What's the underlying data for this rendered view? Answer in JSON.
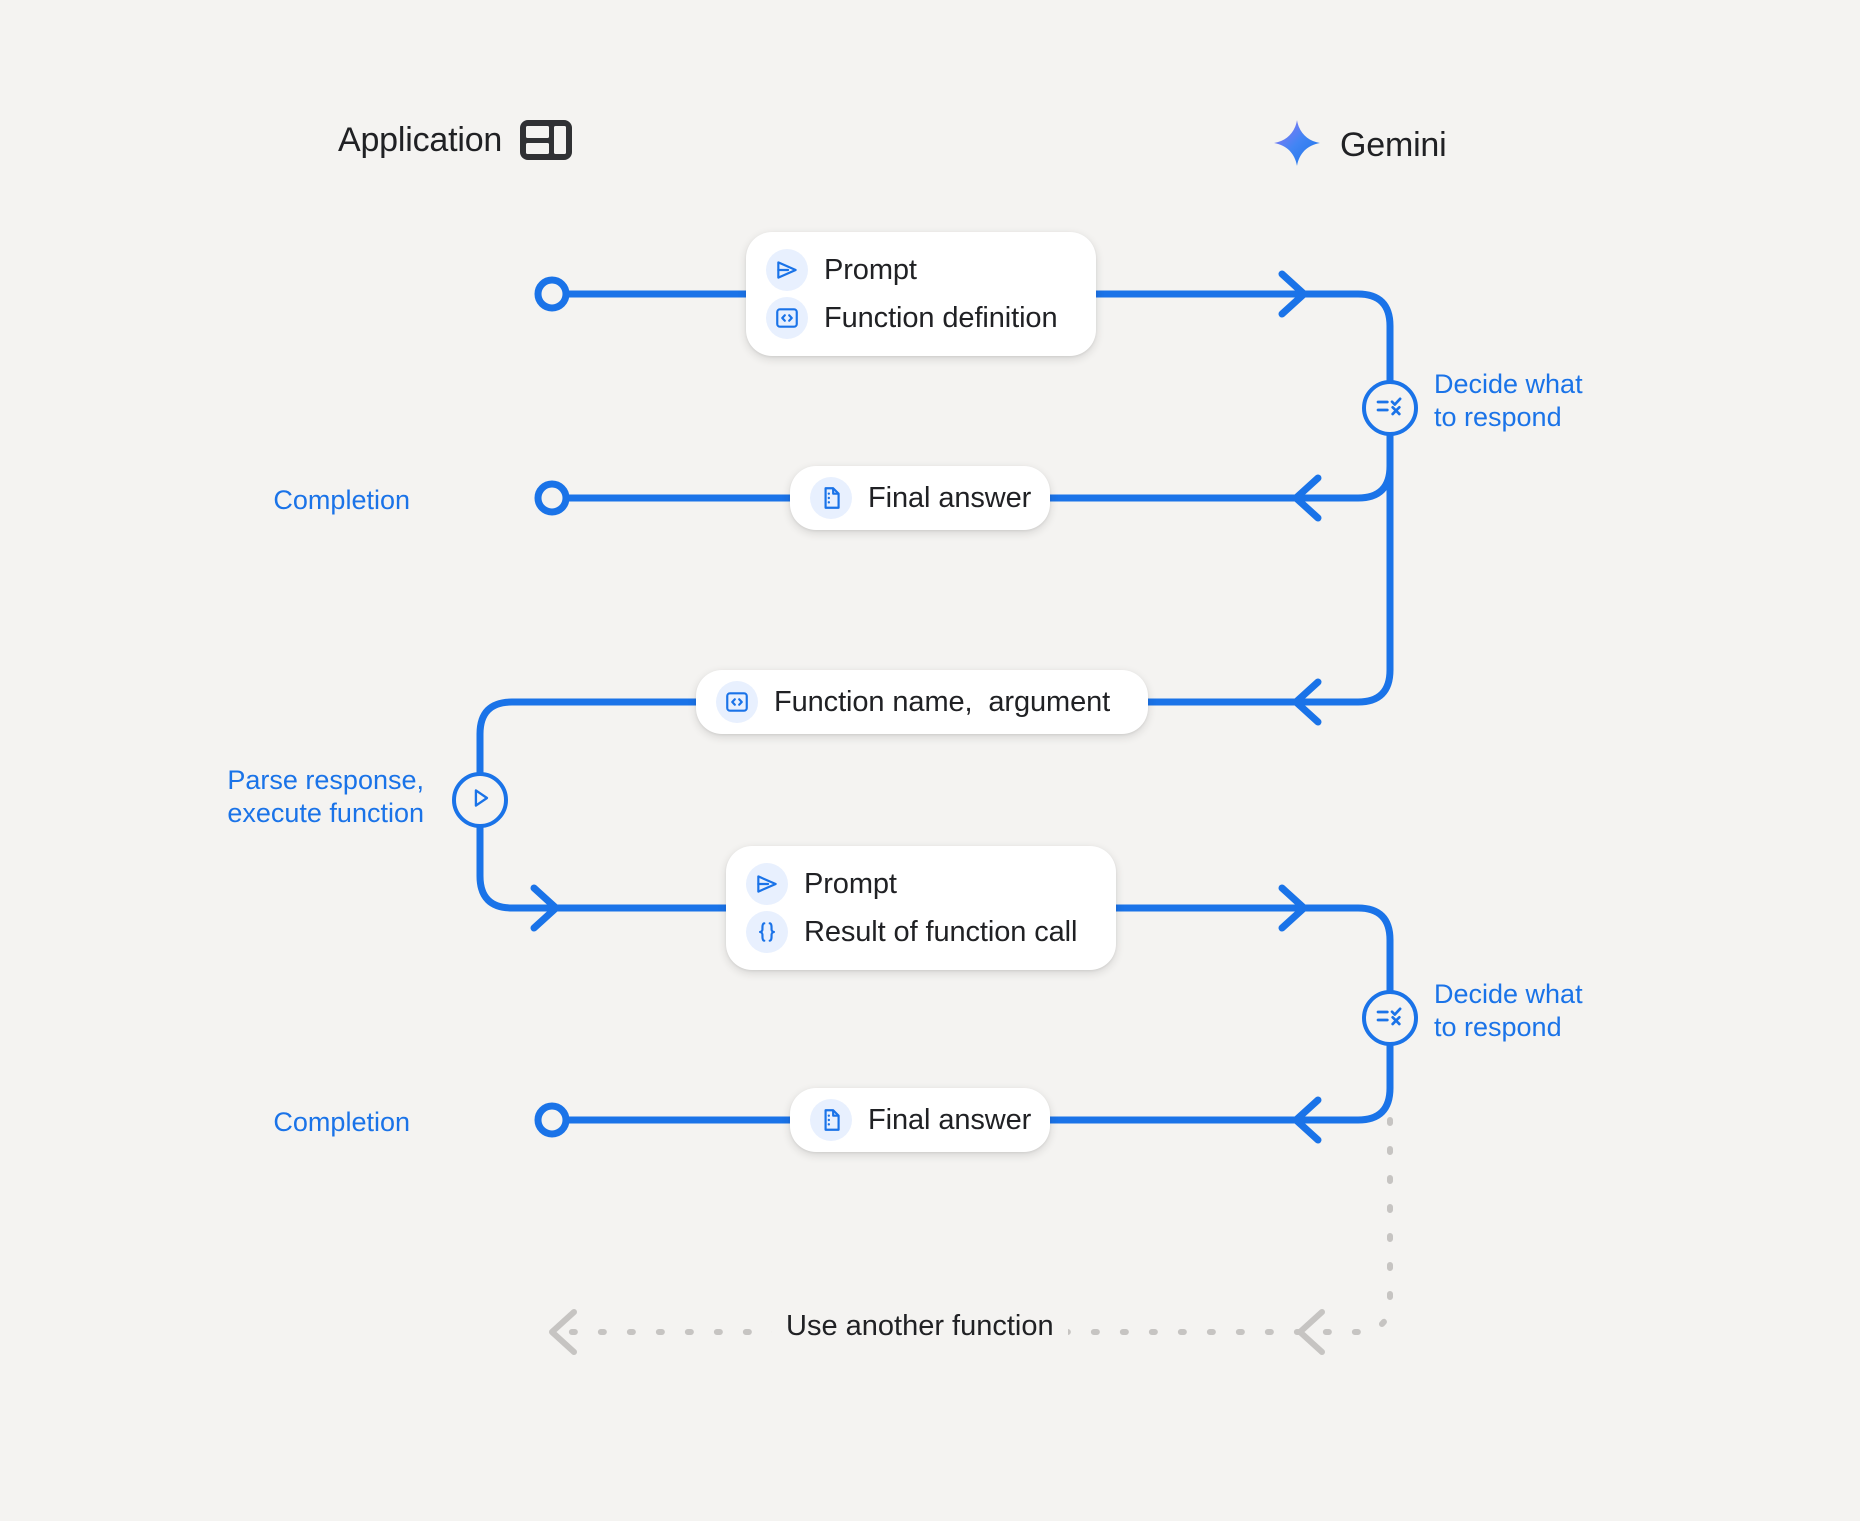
{
  "page": {
    "background": "#f4f3f1",
    "accent": "#1a73e8",
    "muted": "#c6c4c2",
    "text": "#202124"
  },
  "headers": {
    "application": {
      "label": "Application",
      "icon": "app-layout-icon"
    },
    "gemini": {
      "label": "Gemini",
      "icon": "gemini-sparkle-icon"
    }
  },
  "side_labels": {
    "completion_1": "Completion",
    "completion_2": "Completion",
    "decide_1": "Decide what\nto respond",
    "decide_2": "Decide what\nto respond",
    "parse": "Parse response,\nexecute function"
  },
  "bubbles": [
    {
      "id": "request-1",
      "rows": [
        {
          "icon": "send-prompt-icon",
          "label": "Prompt"
        },
        {
          "icon": "code-brackets-icon",
          "label": "Function definition"
        }
      ]
    },
    {
      "id": "final-answer-1",
      "rows": [
        {
          "icon": "document-icon",
          "label": "Final answer"
        }
      ]
    },
    {
      "id": "function-call",
      "rows": [
        {
          "icon": "code-brackets-icon",
          "label": "Function name,  argument"
        }
      ]
    },
    {
      "id": "request-2",
      "rows": [
        {
          "icon": "send-prompt-icon",
          "label": "Prompt"
        },
        {
          "icon": "curly-braces-icon",
          "label": "Result of function call"
        }
      ]
    },
    {
      "id": "final-answer-2",
      "rows": [
        {
          "icon": "document-icon",
          "label": "Final answer"
        }
      ]
    }
  ],
  "nodes": {
    "decide_1_icon": "checklist-decide-icon",
    "decide_2_icon": "checklist-decide-icon",
    "parse_icon": "play-execute-icon"
  },
  "loop": {
    "label": "Use another function"
  }
}
